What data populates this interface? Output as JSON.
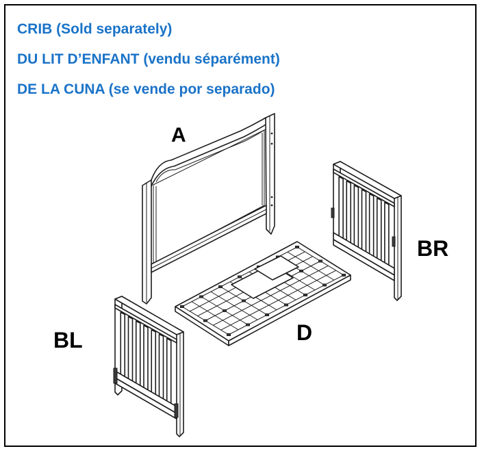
{
  "heading": {
    "line_en": "CRIB (Sold separately)",
    "line_fr": "DU LIT D’ENFANT (vendu séparément)",
    "line_es": "DE LA CUNA (se vende por separado)",
    "color": "#1a73c8"
  },
  "parts": {
    "a": "A",
    "br": "BR",
    "bl": "BL",
    "d": "D"
  }
}
